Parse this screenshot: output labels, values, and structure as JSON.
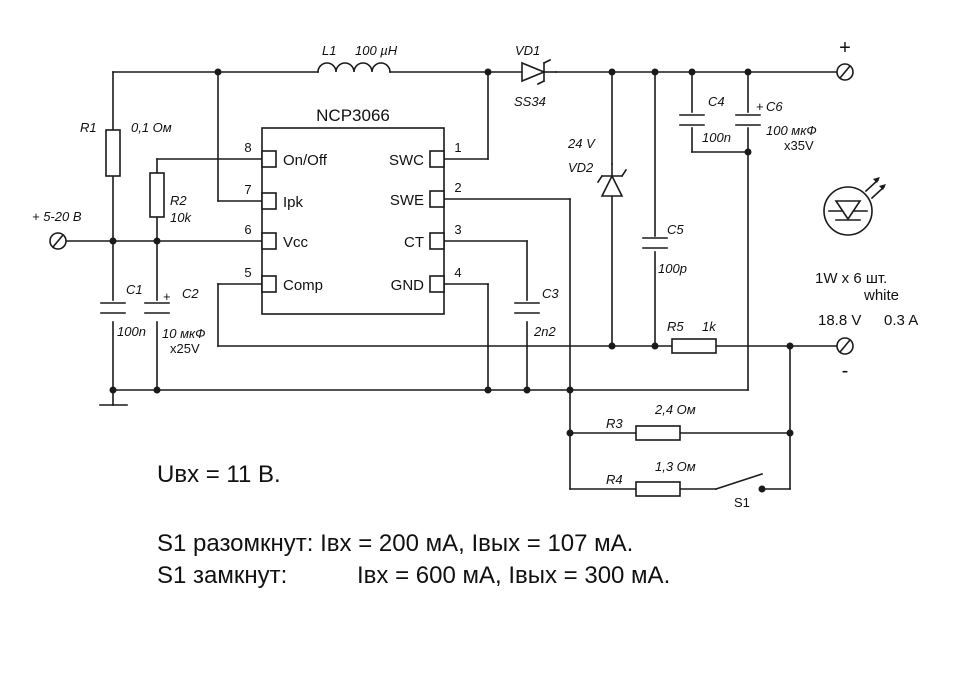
{
  "ic": {
    "name": "NCP3066",
    "pins_left": [
      {
        "num": "8",
        "label": "On/Off"
      },
      {
        "num": "7",
        "label": "Ipk"
      },
      {
        "num": "6",
        "label": "Vcc"
      },
      {
        "num": "5",
        "label": "Comp"
      }
    ],
    "pins_right": [
      {
        "num": "1",
        "label": "SWC"
      },
      {
        "num": "2",
        "label": "SWE"
      },
      {
        "num": "3",
        "label": "CT"
      },
      {
        "num": "4",
        "label": "GND"
      }
    ]
  },
  "components": {
    "L1": {
      "ref": "L1",
      "value": "100 µH"
    },
    "VD1": {
      "ref": "VD1",
      "value": "SS34"
    },
    "VD2": {
      "ref": "VD2",
      "value": "24 V"
    },
    "R1": {
      "ref": "R1",
      "value": "0,1 Ом"
    },
    "R2": {
      "ref": "R2",
      "value": "10k"
    },
    "R3": {
      "ref": "R3",
      "value": "2,4 Ом"
    },
    "R4": {
      "ref": "R4",
      "value": "1,3 Ом"
    },
    "R5": {
      "ref": "R5",
      "value": "1k"
    },
    "C1": {
      "ref": "C1",
      "value": "100n"
    },
    "C2": {
      "ref": "C2",
      "value": "10 мкФ",
      "voltage": "x25V"
    },
    "C3": {
      "ref": "C3",
      "value": "2n2"
    },
    "C4": {
      "ref": "C4",
      "value": "100n"
    },
    "C5": {
      "ref": "C5",
      "value": "100p"
    },
    "C6": {
      "ref": "C6",
      "value": "100 мкФ",
      "voltage": "x35V"
    },
    "S1": {
      "ref": "S1"
    }
  },
  "input_label": "+ 5-20 В",
  "output": {
    "plus": "+",
    "minus": "-",
    "led_count": "1W x 6 шт.",
    "led_color": "white",
    "voltage": "18.8 V",
    "current": "0.3 A"
  },
  "notes": {
    "uin": "Uвх = 11 В.",
    "open": "S1 разомкнут: Iвх = 200 мА, Iвых = 107 мА.",
    "closed_label": "S1 замкнут:",
    "closed_values": "Iвх = 600 мА, Iвых = 300 мА."
  }
}
